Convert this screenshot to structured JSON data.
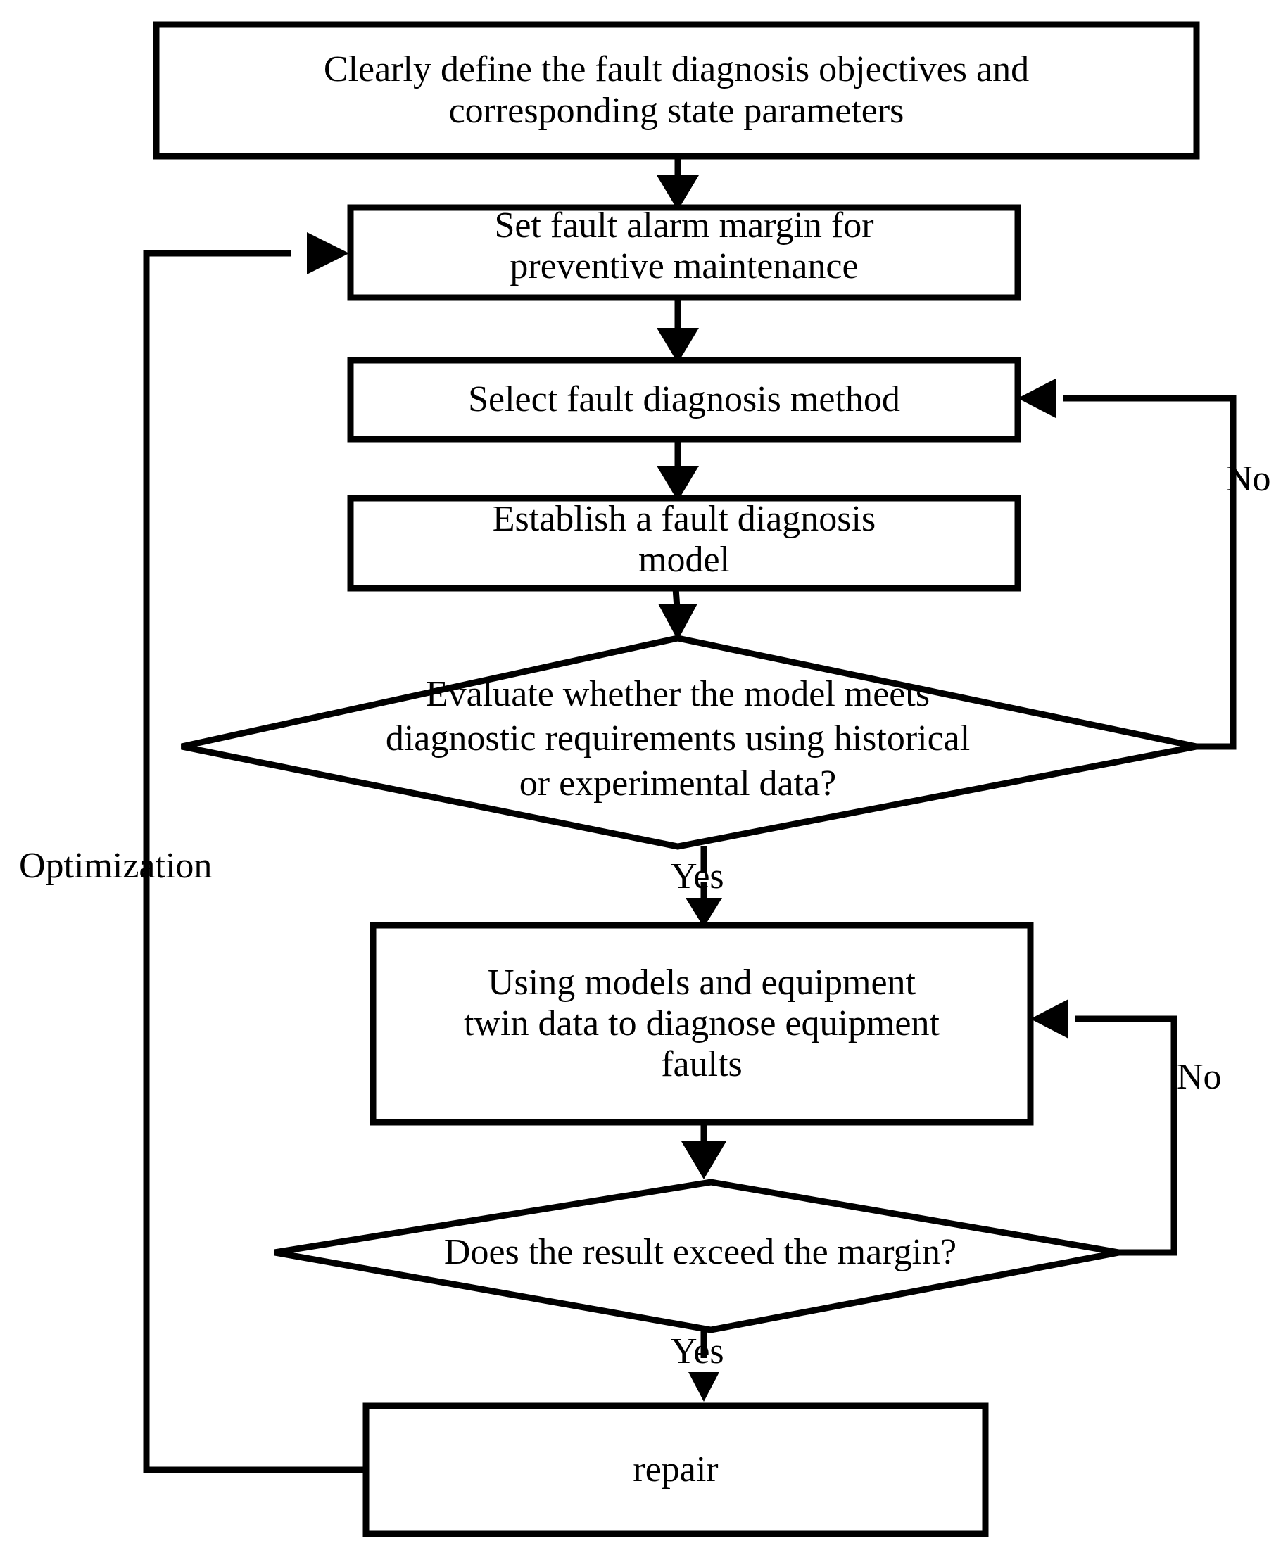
{
  "diagram": {
    "type": "flowchart",
    "title": "Fault diagnosis process flowchart",
    "line_color": "#000000",
    "fill_color": "#ffffff",
    "nodes": [
      {
        "id": "define-objectives",
        "shape": "process",
        "label": "Clearly define the fault diagnosis objectives and\ncorresponding state parameters"
      },
      {
        "id": "set-alarm-margin",
        "shape": "process",
        "label": "Set fault alarm margin for\npreventive maintenance"
      },
      {
        "id": "select-method",
        "shape": "process",
        "label": "Select fault diagnosis method"
      },
      {
        "id": "establish-model",
        "shape": "process",
        "label": "Establish a fault diagnosis\nmodel"
      },
      {
        "id": "evaluate-model",
        "shape": "decision",
        "label": "Evaluate whether the model meets\ndiagnostic requirements using historical\nor experimental data?"
      },
      {
        "id": "diagnose-faults",
        "shape": "process",
        "label": "Using models and equipment\ntwin data to diagnose equipment\nfaults"
      },
      {
        "id": "exceed-margin",
        "shape": "decision",
        "label": "Does the result exceed the margin?"
      },
      {
        "id": "repair",
        "shape": "process",
        "label": "repair"
      }
    ],
    "edge_labels": {
      "evaluate_no": "No",
      "evaluate_yes": "Yes",
      "exceed_no": "No",
      "exceed_yes": "Yes",
      "optimization": "Optimization"
    }
  }
}
